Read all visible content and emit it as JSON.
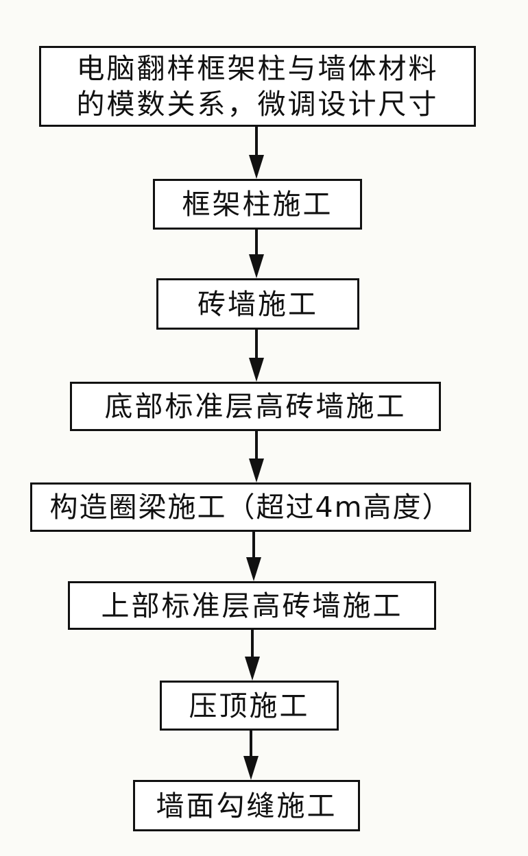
{
  "flowchart": {
    "steps": [
      {
        "lines": [
          "电脑翻样框架柱与墙体材料",
          "的模数关系，微调设计尺寸"
        ]
      },
      {
        "lines": [
          "框架柱施工"
        ]
      },
      {
        "lines": [
          "砖墙施工"
        ]
      },
      {
        "lines": [
          "底部标准层高砖墙施工"
        ]
      },
      {
        "lines": [
          "构造圈梁施工（超过4m高度）"
        ]
      },
      {
        "lines": [
          "上部标准层高砖墙施工"
        ]
      },
      {
        "lines": [
          "压顶施工"
        ]
      },
      {
        "lines": [
          "墙面勾缝施工"
        ]
      }
    ],
    "colors": {
      "line": "#111111",
      "box_fill": "#ffffff",
      "background": "#fbfbf7"
    }
  }
}
